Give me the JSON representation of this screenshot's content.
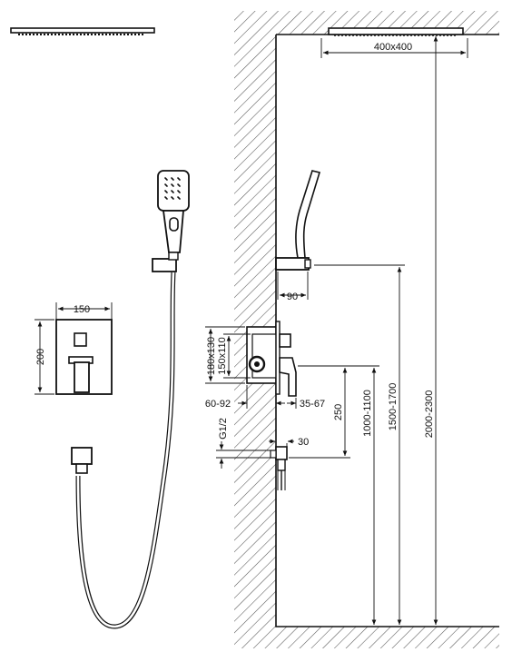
{
  "drawing": {
    "line_color": "#111111",
    "hatch_color": "#555555",
    "background": "#ffffff"
  },
  "dimensions": {
    "rain_head": "400x400",
    "holder_offset": "90",
    "box_depth_range": "180x130",
    "box_depth_inner": "150x110",
    "wall_range_left": "60-92",
    "wall_range_right": "35-67",
    "mixer_to_outlet": "250",
    "outlet_offset": "30",
    "thread": "G1/2",
    "mixer_height": "1000-1100",
    "holder_height": "1500-1700",
    "shower_height": "2000-2300",
    "plate_width": "150",
    "plate_height": "200"
  }
}
